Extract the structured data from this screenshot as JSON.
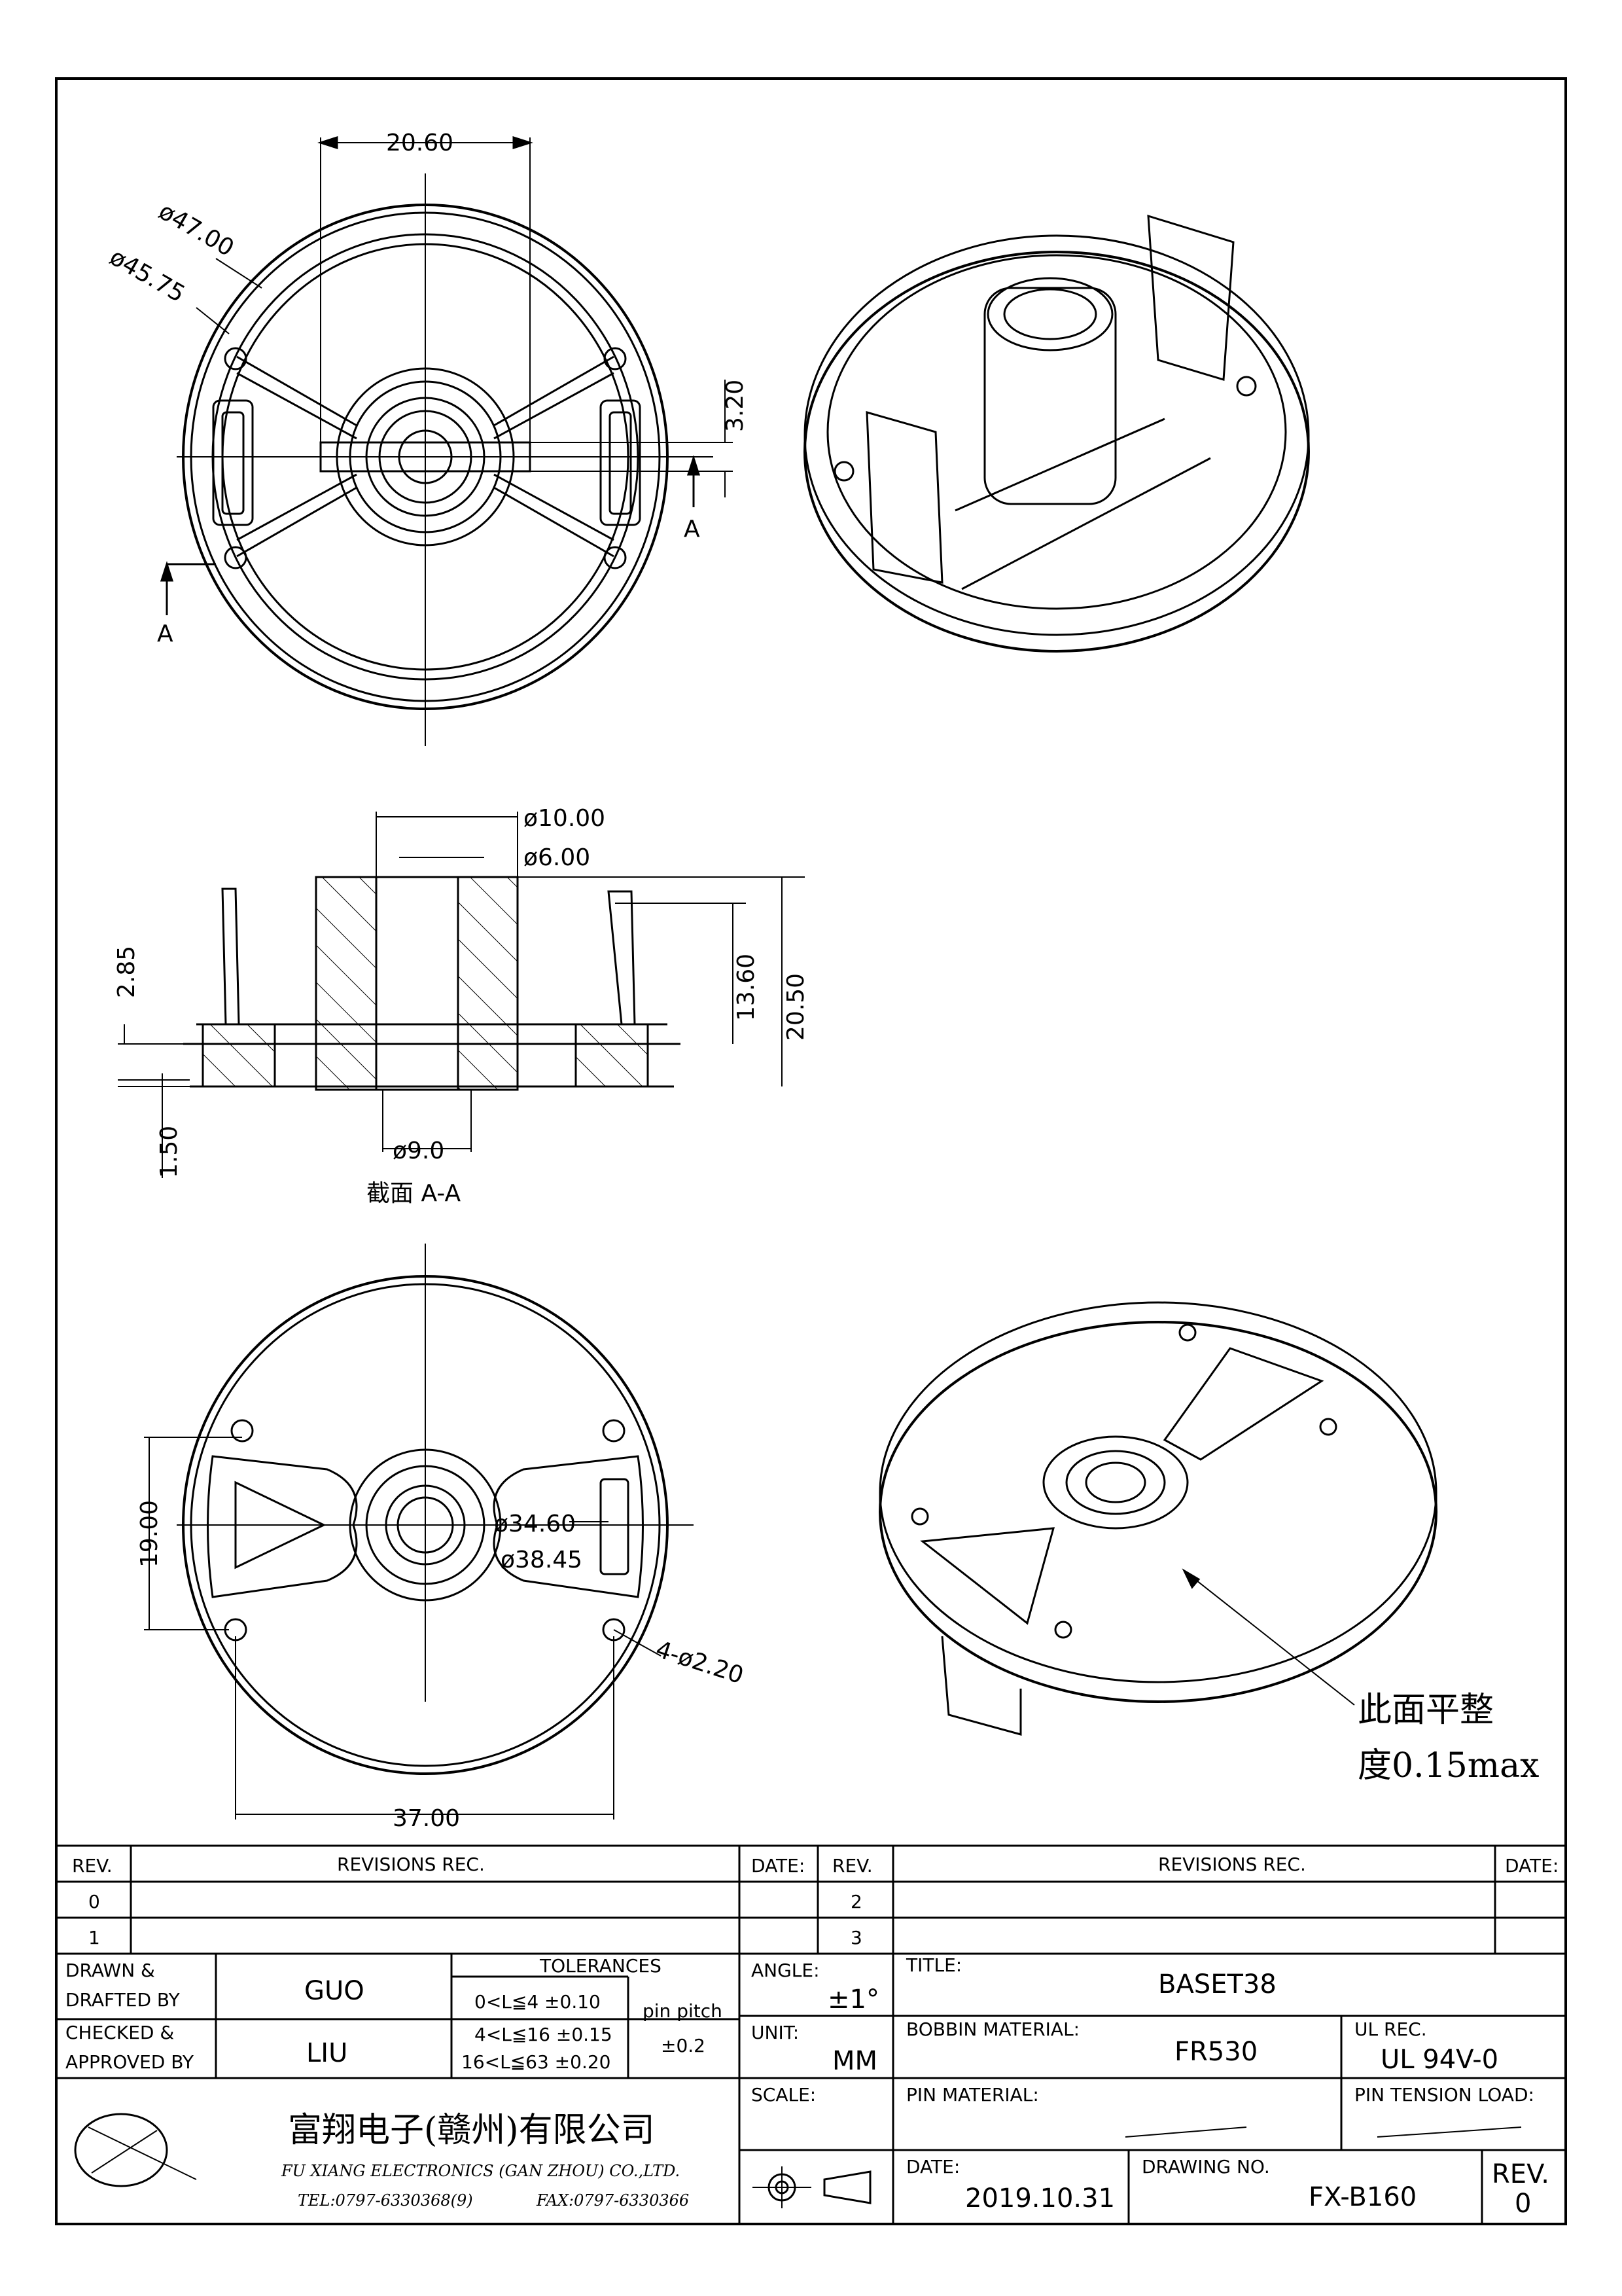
{
  "dimensions": {
    "top_width": "20.60",
    "outer_dia": "ø47.00",
    "inner_dia": "ø45.75",
    "offset": "3.20",
    "section_marker_a1": "A",
    "section_marker_a2": "A",
    "bore_outer": "ø10.00",
    "bore_inner": "ø6.00",
    "pin_height": "13.60",
    "total_height": "20.50",
    "flange_offset": "2.85",
    "base_thickness": "1.50",
    "hub_dia": "ø9.0",
    "section_label": "截面   A-A",
    "bottom_height": "19.00",
    "dia_3460": "ø34.60",
    "dia_3845": "ø38.45",
    "holes": "4-ø2.20",
    "bottom_width": "37.00"
  },
  "flatness_note": {
    "line1": "此面平整",
    "line2": "度0.15max"
  },
  "title_block": {
    "rev_header": "REV.",
    "revisions_header": "REVISIONS   REC.",
    "date_header": "DATE:",
    "rev_header2": "REV.",
    "revisions_header2": "REVISIONS   REC.",
    "date_header2": "DATE:",
    "rev_0": "0",
    "rev_1": "1",
    "rev_2": "2",
    "rev_3": "3",
    "drawn_label_1": "DRAWN &",
    "drawn_label_2": "DRAFTED BY",
    "drawn_by": "GUO",
    "checked_label_1": "CHECKED &",
    "checked_label_2": "APPROVED BY",
    "checked_by": "LIU",
    "tolerances_label": "TOLERANCES",
    "tol_1": "0<L≦4    ±0.10",
    "tol_2": "4<L≦16  ±0.15",
    "tol_3": "16<L≦63  ±0.20",
    "pin_pitch_label": "pin pitch",
    "pin_pitch_value": "±0.2",
    "angle_label": "ANGLE:",
    "angle_value": "±1°",
    "unit_label": "UNIT:",
    "unit_value": "MM",
    "scale_label": "SCALE:",
    "title_label": "TITLE:",
    "title_value": "BASET38",
    "bobbin_label": "BOBBIN MATERIAL:",
    "bobbin_value": "FR530",
    "ul_label": "UL REC.",
    "ul_value": "UL  94V-0",
    "pin_material_label": "PIN MATERIAL:",
    "pin_tension_label": "PIN TENSION LOAD:",
    "date_label": "DATE:",
    "date_value": "2019.10.31",
    "drawing_no_label": "DRAWING NO.",
    "drawing_no_value": "FX-B160",
    "rev_label": "REV.",
    "rev_value": "0",
    "company_cn": "富翔电子(赣州)有限公司",
    "company_en": "FU XIANG ELECTRONICS (GAN ZHOU) CO.,LTD.",
    "tel": "TEL:0797-6330368(9)",
    "fax": "FAX:0797-6330366"
  }
}
